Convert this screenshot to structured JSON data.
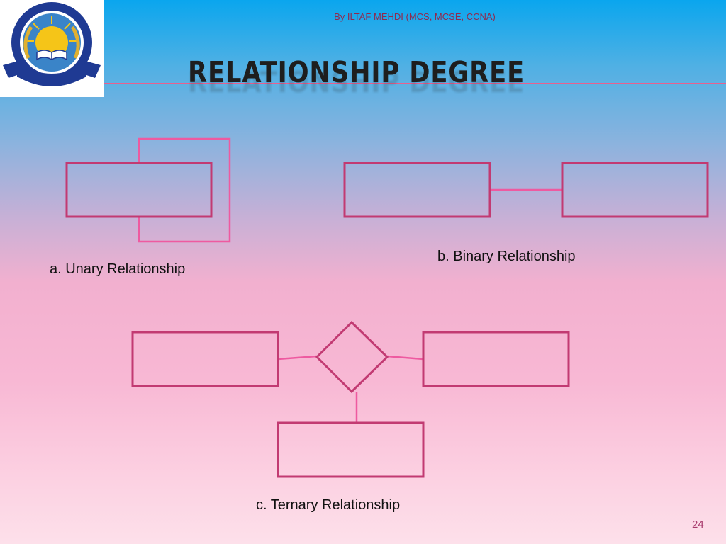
{
  "slide": {
    "author": "By ILTAF MEHDI (MCS, MCSE, CCNA)",
    "title": "RELATIONSHIP DEGREE",
    "page_number": "24"
  },
  "logo": {
    "icon": "institute-emblem-icon",
    "colors": {
      "ring": "#1f3a93",
      "sun": "#f5c518",
      "leaf": "#e0b030",
      "book": "#ffffff",
      "ribbon": "#1f3a93"
    }
  },
  "diagrams": {
    "unary": {
      "caption": "a. Unary Relationship"
    },
    "binary": {
      "caption": "b. Binary Relationship"
    },
    "ternary": {
      "caption": "c. Ternary Relationship"
    }
  },
  "colors": {
    "entity_stroke": "#c23a72",
    "connector": "#ee5aa0"
  }
}
